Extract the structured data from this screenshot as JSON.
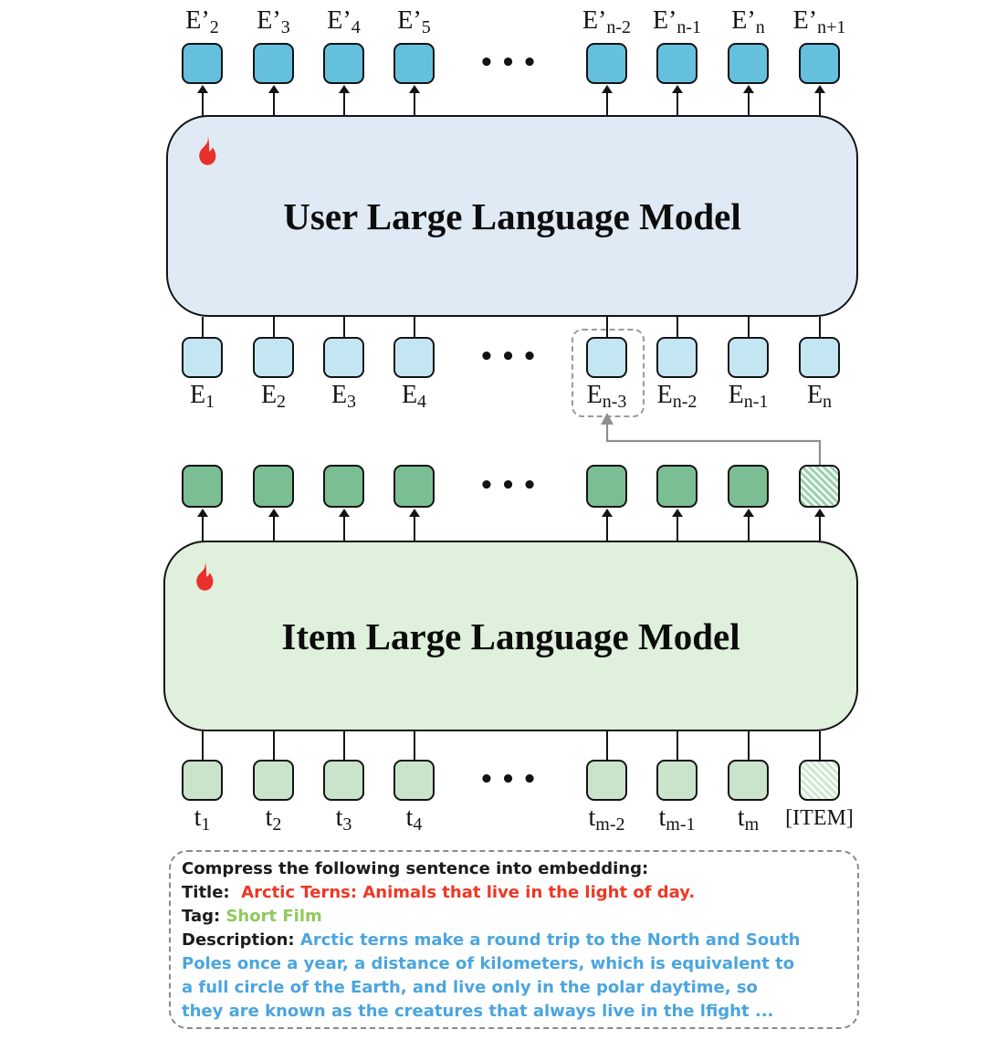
{
  "diagram": {
    "user_model": {
      "title": "User Large Language Model",
      "icon": "fire-icon"
    },
    "item_model": {
      "title": "Item Large Language Model",
      "icon": "fire-icon"
    },
    "ellipsis": "•••",
    "top_row": {
      "labels": [
        {
          "base": "E’",
          "sub": "2"
        },
        {
          "base": "E’",
          "sub": "3"
        },
        {
          "base": "E’",
          "sub": "4"
        },
        {
          "base": "E’",
          "sub": "5"
        },
        {
          "base": "E’",
          "sub": "n-2"
        },
        {
          "base": "E’",
          "sub": "n-1"
        },
        {
          "base": "E’",
          "sub": "n"
        },
        {
          "base": "E’",
          "sub": "n+1"
        }
      ]
    },
    "embedding_row": {
      "labels": [
        {
          "base": "E",
          "sub": "1"
        },
        {
          "base": "E",
          "sub": "2"
        },
        {
          "base": "E",
          "sub": "3"
        },
        {
          "base": "E",
          "sub": "4"
        },
        {
          "base": "E",
          "sub": "n-3"
        },
        {
          "base": "E",
          "sub": "n-2"
        },
        {
          "base": "E",
          "sub": "n-1"
        },
        {
          "base": "E",
          "sub": "n"
        }
      ],
      "highlighted_label": "E_n-3"
    },
    "token_row": {
      "labels": [
        {
          "base": "t",
          "sub": "1"
        },
        {
          "base": "t",
          "sub": "2"
        },
        {
          "base": "t",
          "sub": "3"
        },
        {
          "base": "t",
          "sub": "4"
        },
        {
          "base": "t",
          "sub": "m-2"
        },
        {
          "base": "t",
          "sub": "m-1"
        },
        {
          "base": "t",
          "sub": "m"
        },
        {
          "base": "[ITEM]",
          "sub": ""
        }
      ]
    },
    "prompt": {
      "lines": [
        {
          "segments": [
            {
              "text": "Compress the following sentence into embedding:",
              "color": "black"
            }
          ]
        },
        {
          "segments": [
            {
              "text": "Title:  ",
              "color": "black"
            },
            {
              "text": "Arctic Terns: Animals that live in the light of day.",
              "color": "red"
            }
          ]
        },
        {
          "segments": [
            {
              "text": "Tag: ",
              "color": "black"
            },
            {
              "text": "Short Film",
              "color": "green"
            }
          ]
        },
        {
          "segments": [
            {
              "text": "Description: ",
              "color": "black"
            },
            {
              "text": "Arctic terns make a round trip to the North and South",
              "color": "blue"
            }
          ]
        },
        {
          "segments": [
            {
              "text": "Poles once a year, a distance of kilometers, which is equivalent to",
              "color": "blue"
            }
          ]
        },
        {
          "segments": [
            {
              "text": "a full circle of the Earth, and live only in the polar daytime, so",
              "color": "blue"
            }
          ]
        },
        {
          "segments": [
            {
              "text": "they are known as the creatures that always live in the lfight ...",
              "color": "blue"
            }
          ]
        }
      ]
    }
  },
  "palette": {
    "top_box": "#64c0dc",
    "embedding_box": "#c4e6f3",
    "item_output_box": "#7cbe93",
    "token_box": "#c9e4ca",
    "user_model_fill": "#e0eaf4",
    "item_model_fill": "#dff0dc",
    "fire_red": "#e8312a",
    "arrow_gray": "#8f8f8f",
    "text": {
      "black": "#1c1c1c",
      "red": "#ee3824",
      "green": "#8fc95c",
      "blue": "#4ba5de"
    }
  }
}
